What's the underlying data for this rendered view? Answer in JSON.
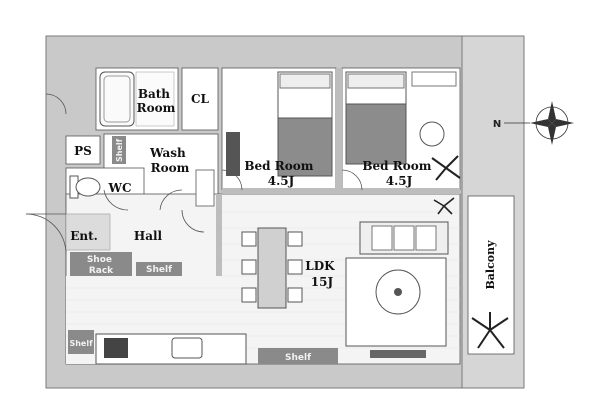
{
  "rooms": {
    "bath": [
      "Bath",
      "Room"
    ],
    "closet": "CL",
    "bedroom_1": [
      "Bed Room",
      "4.5J"
    ],
    "bedroom_2": [
      "Bed Room",
      "4.5J"
    ],
    "ps": "PS",
    "wash": [
      "Wash",
      "Room"
    ],
    "wc": "WC",
    "entrance": "Ent.",
    "hall": "Hall",
    "shoe_rack": [
      "Shoe",
      "Rack"
    ],
    "ldk": [
      "LDK",
      "15J"
    ],
    "balcony": "Balcony"
  },
  "shelves": {
    "wash_shelf": "Shelf",
    "hall_shelf": "Shelf",
    "kitchen_shelf": "Shelf",
    "ldk_shelf": "Shelf"
  },
  "compass": {
    "north_label": "N"
  },
  "colors": {
    "wall": "#c9c9c9",
    "wall_edge": "#7a7a7a",
    "floor_wood": "#e9e9e9",
    "shelf": "#8a8a8a",
    "line": "#333333"
  }
}
